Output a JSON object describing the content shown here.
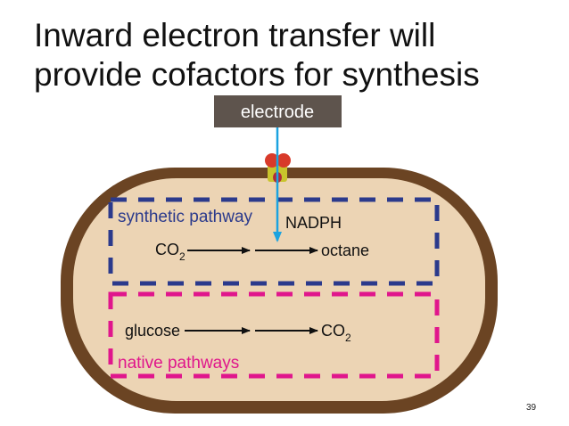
{
  "slide": {
    "title_line1": "Inward electron transfer will",
    "title_line2": "provide cofactors for synthesis",
    "page_number": "39"
  },
  "diagram": {
    "electrode_label": "electrode",
    "synthetic_pathway": {
      "label": "synthetic pathway",
      "cofactor": "NADPH",
      "substrate_main": "CO",
      "substrate_sub": "2",
      "product": "octane",
      "color": "#2b3a8c"
    },
    "native_pathways": {
      "label": "native pathways",
      "substrate": "glucose",
      "product_main": "CO",
      "product_sub": "2",
      "color": "#e0168c"
    },
    "colors": {
      "cell_wall": "#6b4423",
      "cytoplasm": "#ecd4b4",
      "electrode_box": "#5e544d",
      "electron_arrow": "#1ba3e0",
      "membrane_protein_red": "#d83a2a",
      "membrane_protein_yellow": "#c9c42c"
    }
  }
}
